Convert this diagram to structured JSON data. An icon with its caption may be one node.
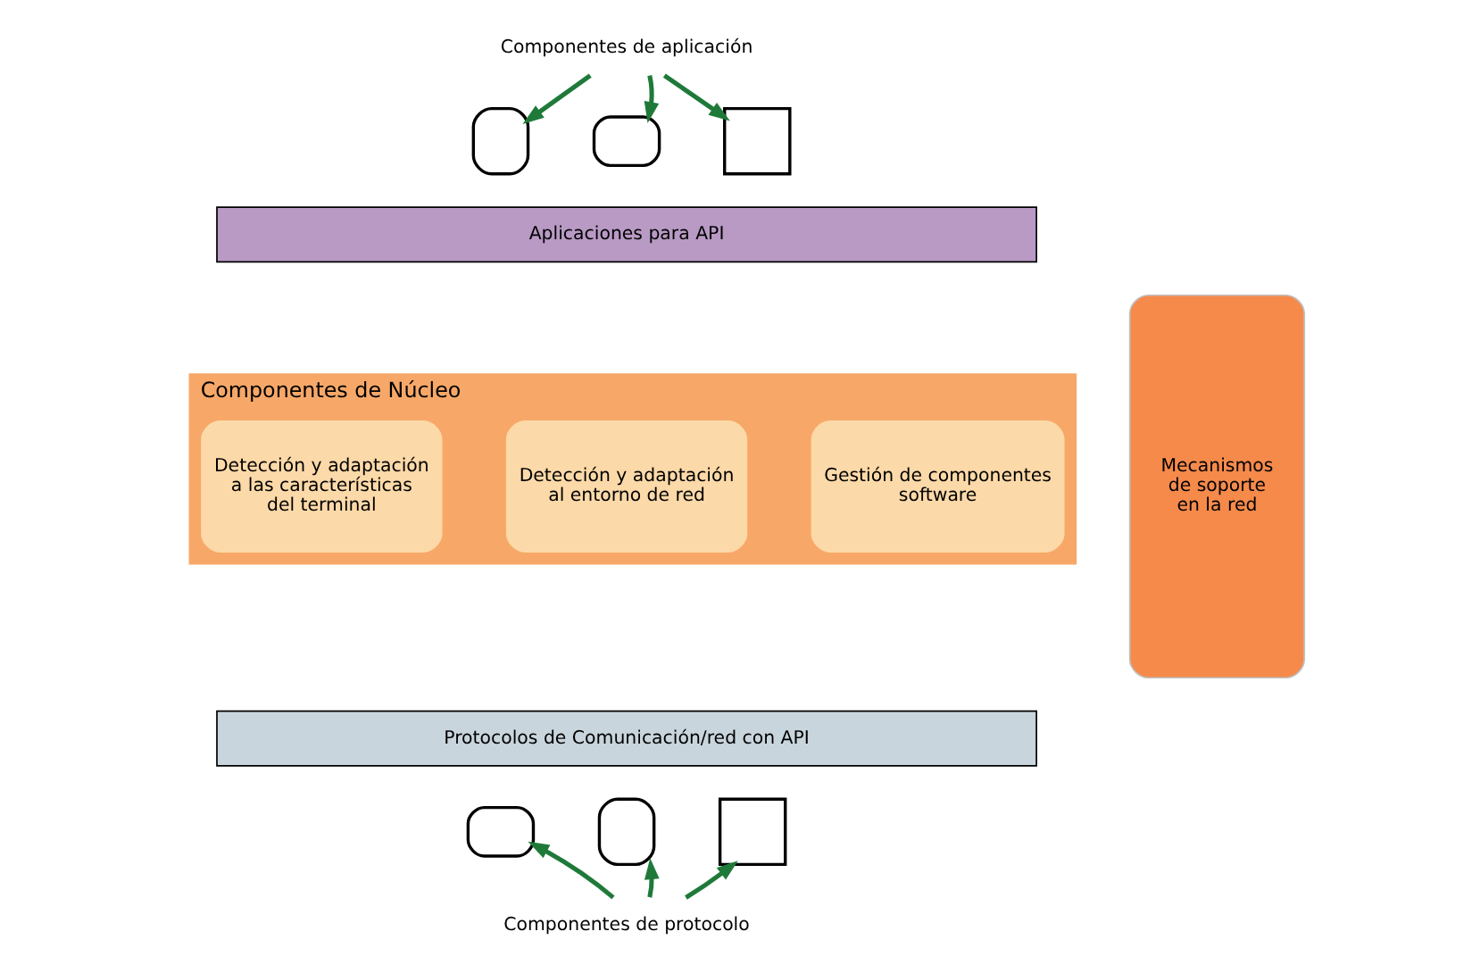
{
  "diagram": {
    "nodes": [
      {
        "text": [
          "Componentes de aplicación"
        ]
      },
      {
        "text": [],
        "shape": "box"
      },
      {
        "text": [],
        "shape": "box"
      },
      {
        "text": [],
        "shape": "box"
      },
      {
        "text": [
          "Aplicaciones para API"
        ]
      },
      {
        "text": [
          "Componentes de Núcleo"
        ]
      },
      {
        "text": [
          "Detección y adaptación a las características del terminal"
        ],
        "in": 5
      },
      {
        "text": [
          "Detección y adaptación al entorno de red"
        ],
        "in": 5
      },
      {
        "text": [
          "Gestión de componentes software"
        ],
        "in": 5
      },
      {
        "text": [
          "Protocolos de Comunicación/red con API"
        ]
      },
      {
        "text": [],
        "shape": "box"
      },
      {
        "text": [],
        "shape": "box"
      },
      {
        "text": [],
        "shape": "box"
      },
      {
        "text": [
          "Componentes de protocolo"
        ]
      },
      {
        "text": [
          "Mecanismos de soporte en la red"
        ]
      }
    ],
    "edges": [
      {
        "from": 0,
        "to": 1,
        "arrow": "to"
      },
      {
        "from": 0,
        "to": 2,
        "arrow": "to"
      },
      {
        "from": 0,
        "to": 3,
        "arrow": "to"
      },
      {
        "from": 13,
        "to": 10,
        "arrow": "to"
      },
      {
        "from": 13,
        "to": 11,
        "arrow": "to"
      },
      {
        "from": 13,
        "to": 12,
        "arrow": "to"
      }
    ]
  }
}
